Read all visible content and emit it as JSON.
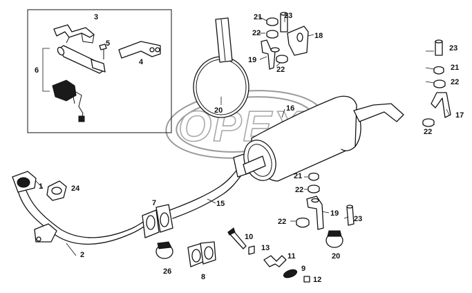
{
  "watermark": "OPEX",
  "callouts": {
    "c1": "1",
    "c2": "2",
    "c3": "3",
    "c4": "4",
    "c5": "5",
    "c6": "6",
    "c7": "7",
    "c8": "8",
    "c9": "9",
    "c10": "10",
    "c11": "11",
    "c12": "12",
    "c13": "13",
    "c15": "15",
    "c16": "16",
    "c17": "17",
    "c18": "18",
    "c19a": "19",
    "c19b": "19",
    "c20a": "20",
    "c20b": "20",
    "c21a": "21",
    "c21b": "21",
    "c21c": "21",
    "c22a": "22",
    "c22b": "22",
    "c22c": "22",
    "c22d": "22",
    "c22e": "22",
    "c22f": "22",
    "c23a": "23",
    "c23b": "23",
    "c23c": "23",
    "c24": "24",
    "c26": "26"
  }
}
